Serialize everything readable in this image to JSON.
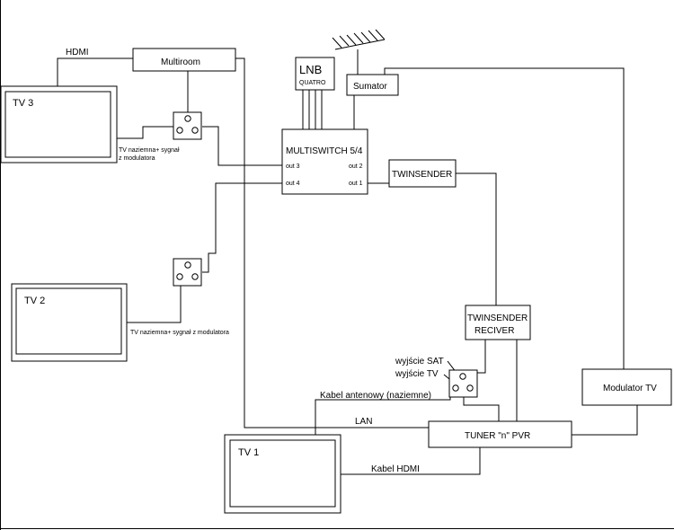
{
  "labels": {
    "hdmi_top": "HDMI",
    "multiroom": "Multiroom",
    "tv3": "TV 3",
    "tv2": "TV 2",
    "tv1": "TV 1",
    "tv3_note_1": "TV naziemna+ sygnał",
    "tv3_note_2": "z modulatora",
    "tv2_note": "TV naziemna+ sygnał z modulatora",
    "lnb": "LNB",
    "lnb_sub": "QUATRO",
    "sumator": "Sumator",
    "multiswitch": "MULTISWITCH 5/4",
    "out1": "out 1",
    "out2": "out 2",
    "out3": "out 3",
    "out4": "out 4",
    "twinsender": "TWINSENDER",
    "twinsender_rx_1": "TWINSENDER",
    "twinsender_rx_2": "RECIVER",
    "wyjscie_sat": "wyjście SAT",
    "wyjscie_tv": "wyjście TV",
    "kabel_antenowy": "Kabel antenowy (naziemne)",
    "lan": "LAN",
    "tuner": "TUNER \"n\" PVR",
    "kabel_hdmi": "Kabel HDMI",
    "modulator": "Modulator TV"
  }
}
